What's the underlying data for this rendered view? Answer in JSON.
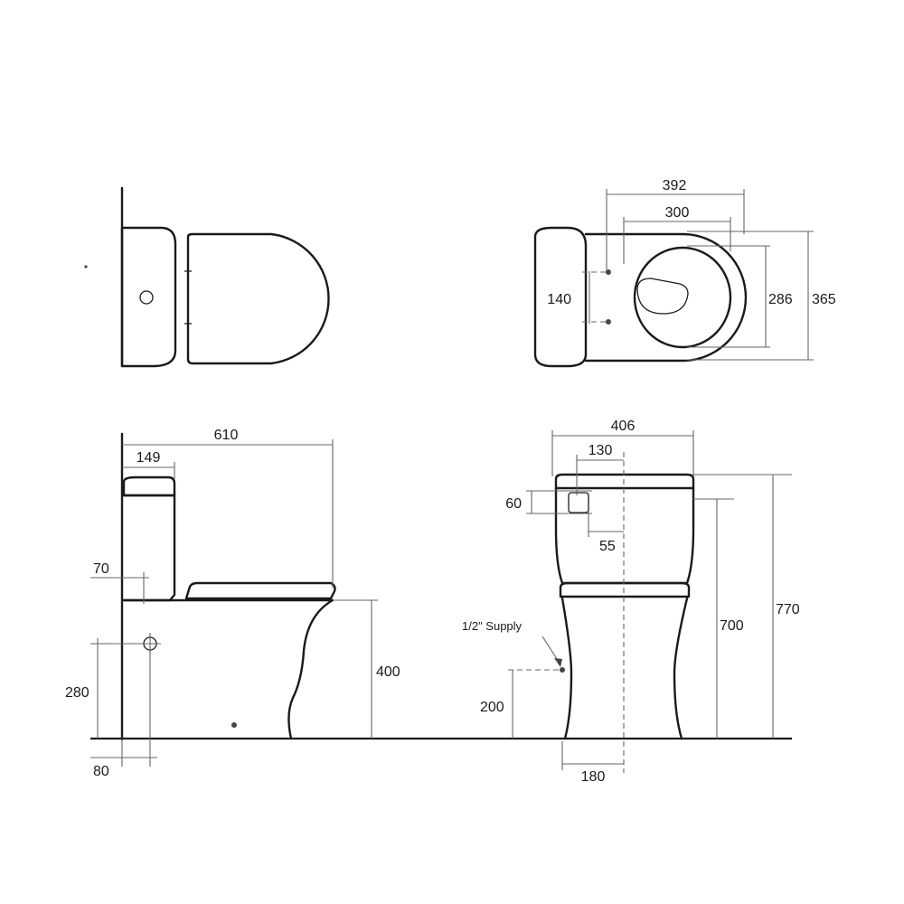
{
  "plan_view": {
    "dim_width_total": "392",
    "dim_width_inner": "300",
    "dim_fixing_spacing": "140",
    "dim_bowl_depth": "286",
    "dim_overall_depth": "365"
  },
  "side_view": {
    "dim_overall_length": "610",
    "dim_cistern_depth": "149",
    "dim_seat_drop": "70",
    "dim_supply_height": "280",
    "dim_supply_offset": "80",
    "dim_seat_height": "400"
  },
  "front_view": {
    "dim_cistern_width": "406",
    "dim_button_offset": "130",
    "dim_button_drop": "60",
    "dim_button_width": "55",
    "dim_supply_height": "200",
    "dim_pan_width": "180",
    "dim_cistern_height": "700",
    "dim_overall_height": "770",
    "supply_label": "1/2\" Supply"
  }
}
